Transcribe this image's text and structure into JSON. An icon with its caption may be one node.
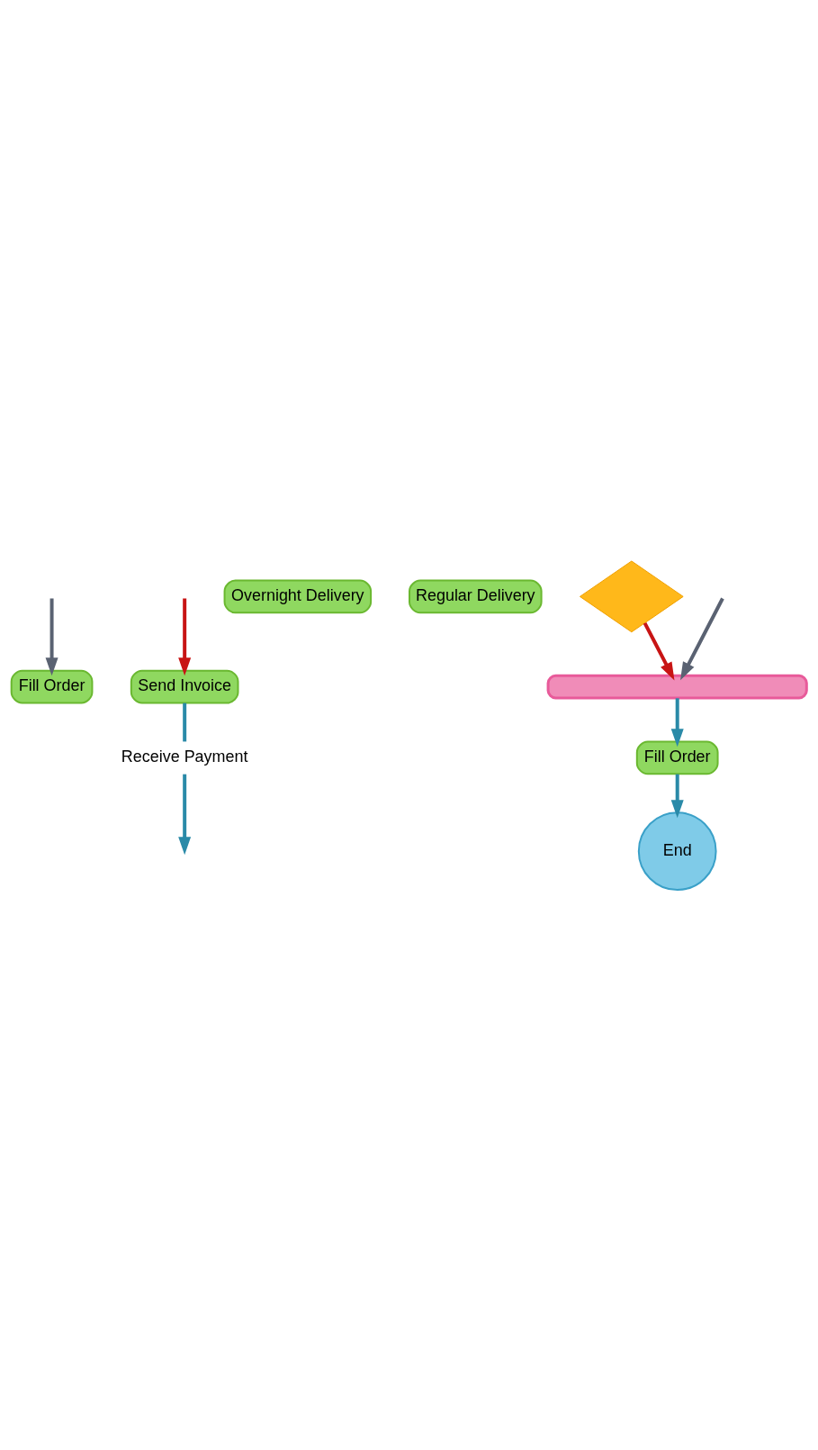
{
  "diagram": {
    "nodes": [
      {
        "text": [
          "Fill Order"
        ]
      },
      {
        "text": [
          "Send Invoice"
        ]
      },
      {
        "text": [
          "Overnight Delivery"
        ]
      },
      {
        "text": [
          "Regular Delivery"
        ]
      },
      {
        "text": [
          "Receive Payment"
        ]
      },
      {
        "text": [],
        "shape": "diamond"
      },
      {
        "text": [],
        "shape": "bar"
      },
      {
        "text": [
          "Fill Order"
        ]
      },
      {
        "text": [
          "End"
        ]
      }
    ],
    "edges": [
      {
        "from": null,
        "to": 0,
        "arrow": "to",
        "color": "#5a6272"
      },
      {
        "from": null,
        "to": 1,
        "arrow": "to",
        "color": "#c81414"
      },
      {
        "from": 1,
        "to": 4,
        "arrow": "none"
      },
      {
        "from": 4,
        "to": null,
        "arrow": "to"
      },
      {
        "from": null,
        "to": 6,
        "arrow": "to",
        "color": "#5a6272"
      },
      {
        "from": 5,
        "to": 6,
        "arrow": "to",
        "color": "#c81414"
      },
      {
        "from": 6,
        "to": 7,
        "arrow": "to"
      },
      {
        "from": 7,
        "to": 8,
        "arrow": "to"
      }
    ]
  }
}
